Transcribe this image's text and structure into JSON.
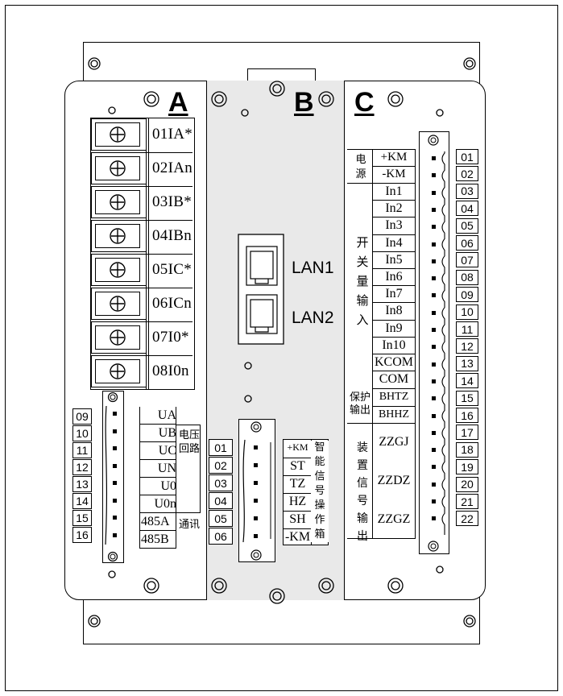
{
  "sections": {
    "a": "A",
    "b": "B",
    "c": "C"
  },
  "a_terminals": [
    {
      "num": "01",
      "name": "IA*"
    },
    {
      "num": "02",
      "name": "IAn"
    },
    {
      "num": "03",
      "name": "IB*"
    },
    {
      "num": "04",
      "name": "IBn"
    },
    {
      "num": "05",
      "name": "IC*"
    },
    {
      "num": "06",
      "name": "ICn"
    },
    {
      "num": "07",
      "name": "I0*"
    },
    {
      "num": "08",
      "name": "I0n"
    }
  ],
  "a_nums": [
    "09",
    "10",
    "11",
    "12",
    "13",
    "14",
    "15",
    "16"
  ],
  "a_voltage": {
    "rows": [
      "UA",
      "UB",
      "UC",
      "UN",
      "U0",
      "U0n"
    ],
    "group": "电压回路"
  },
  "a_comm": {
    "rows": [
      "485A",
      "485B"
    ],
    "group": "通讯"
  },
  "b_lan": [
    "LAN1",
    "LAN2"
  ],
  "b_nums": [
    "01",
    "02",
    "03",
    "04",
    "05",
    "06"
  ],
  "b_rows": [
    "+KM",
    "ST",
    "TZ",
    "HZ",
    "SH",
    "-KM"
  ],
  "b_group": "智能信号操作箱",
  "c_power": {
    "group": "电源",
    "rows": [
      "+KM",
      "-KM"
    ]
  },
  "c_switch": {
    "group": "开关量输入",
    "rows": [
      "In1",
      "In2",
      "In3",
      "In4",
      "In5",
      "In6",
      "In7",
      "In8",
      "In9",
      "In10",
      "KCOM"
    ]
  },
  "c_prot": {
    "group": "保护输出",
    "rows": [
      "COM",
      "BHTZ",
      "BHHZ"
    ]
  },
  "c_dev": {
    "group": "装置信号输出",
    "rows": [
      "ZZGJ",
      "ZZDZ",
      "ZZGZ"
    ]
  },
  "c_nums": [
    "01",
    "02",
    "03",
    "04",
    "05",
    "06",
    "07",
    "08",
    "09",
    "10",
    "11",
    "12",
    "13",
    "14",
    "15",
    "16",
    "17",
    "18",
    "19",
    "20",
    "21",
    "22"
  ]
}
